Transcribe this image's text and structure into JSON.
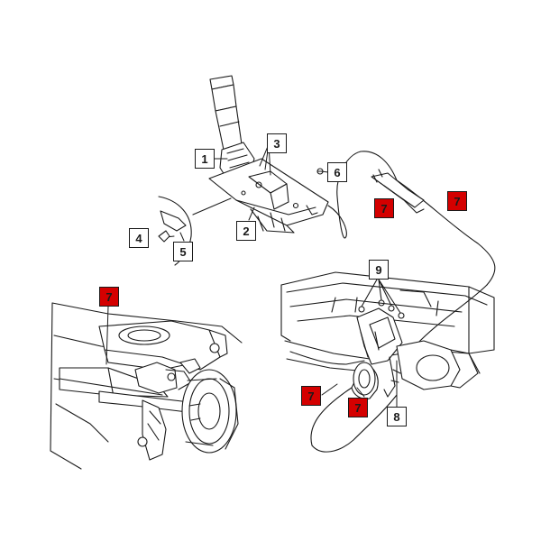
{
  "colors": {
    "line": "#1a1a1a",
    "callout_highlight": "#d40000",
    "background": "#ffffff"
  },
  "callouts": {
    "c1": "1",
    "c2": "2",
    "c3": "3",
    "c4": "4",
    "c5": "5",
    "c6": "6",
    "c7_cable_end": "7",
    "c7_cable_end_b": "7",
    "c7_left_view": "7",
    "c7_right_view_a": "7",
    "c7_right_view_b": "7",
    "c8": "8",
    "c9": "9"
  }
}
